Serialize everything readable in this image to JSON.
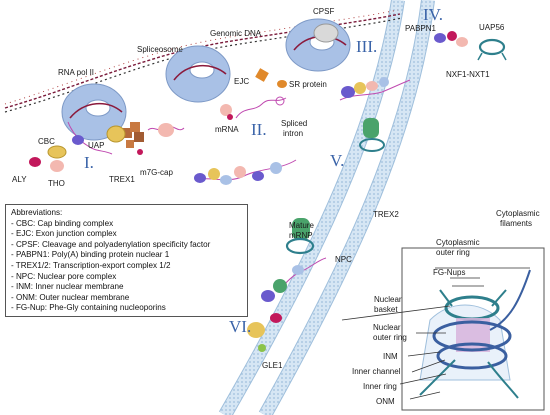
{
  "labels": {
    "rna_pol": "RNA pol II",
    "spliceosome": "Spliceosome",
    "genomic_dna": "Genomic DNA",
    "cpsf": "CPSF",
    "pabpn1": "PABPN1",
    "uap56": "UAP56",
    "nxf1": "NXF1-NXT1",
    "cbc": "CBC",
    "uap": "UAP",
    "m7g": "m7G-cap",
    "trex1": "TREX1",
    "aly": "ALY",
    "tho": "THO",
    "ejc": "EJC",
    "sr_protein": "SR protein",
    "mrna": "mRNA",
    "spliced": "Spliced",
    "intron": "intron",
    "mature": "Mature",
    "mrnp": "mRNP",
    "trex2": "TREX2",
    "npc": "NPC",
    "gle1": "GLE1",
    "cyto_filaments_1": "Cytoplasmic",
    "cyto_filaments_2": "filaments",
    "cyto_ring_1": "Cytoplasmic",
    "cyto_ring_2": "outer ring",
    "fg_nups": "FG-Nups",
    "nuclear_basket_1": "Nuclear",
    "nuclear_basket_2": "basket",
    "nuclear_ring_1": "Nuclear",
    "nuclear_ring_2": "outer ring",
    "inm": "INM",
    "inner_channel": "Inner channel",
    "inner_ring": "Inner ring",
    "onm": "ONM"
  },
  "stages": {
    "s1": "I.",
    "s2": "II.",
    "s3": "III.",
    "s4": "IV.",
    "s5": "V.",
    "s6": "VI."
  },
  "abbreviations": {
    "title": "Abbreviations:",
    "items": [
      "- CBC: Cap binding complex",
      "- EJC: Exon junction complex",
      "- CPSF: Cleavage and polyadenylation specificity factor",
      "- PABPN1: Poly(A) binding protein nuclear 1",
      "- TREX1/2: Transcription-export complex 1/2",
      "- NPC: Nuclear pore complex",
      "- INM: Inner nuclear membrane",
      "- ONM: Outer nuclear membrane",
      "- FG-Nup: Phe-Gly containing nucleoporins"
    ]
  },
  "colors": {
    "polymerase": "#a9c1e6",
    "dna_strand": "#7a1a3a",
    "membrane": "#c9def0",
    "stage_numbers": "#3a63a8",
    "cbc": "#e7c45a",
    "aly": "#c2185b",
    "ejc": "#e0892b",
    "pabpn1": "#6a5acd",
    "npc": "#2e7f8c",
    "trex2": "#4aa36b",
    "fg_nups": "#d7b4dc"
  }
}
